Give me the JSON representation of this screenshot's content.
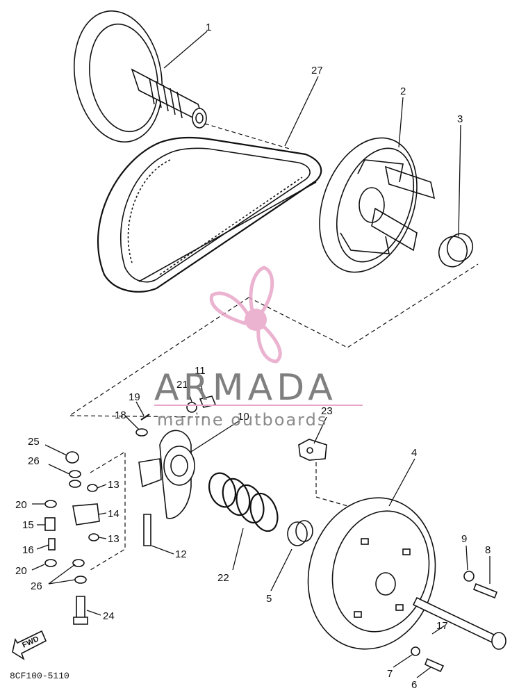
{
  "diagram": {
    "parts": [
      {
        "id": "p1",
        "label": "1"
      },
      {
        "id": "p2",
        "label": "2"
      },
      {
        "id": "p3",
        "label": "3"
      },
      {
        "id": "p4",
        "label": "4"
      },
      {
        "id": "p5",
        "label": "5"
      },
      {
        "id": "p6",
        "label": "6"
      },
      {
        "id": "p7",
        "label": "7"
      },
      {
        "id": "p8",
        "label": "8"
      },
      {
        "id": "p9",
        "label": "9"
      },
      {
        "id": "p10",
        "label": "10"
      },
      {
        "id": "p11",
        "label": "11"
      },
      {
        "id": "p12",
        "label": "12"
      },
      {
        "id": "p13a",
        "label": "13"
      },
      {
        "id": "p13b",
        "label": "13"
      },
      {
        "id": "p14",
        "label": "14"
      },
      {
        "id": "p15",
        "label": "15"
      },
      {
        "id": "p16",
        "label": "16"
      },
      {
        "id": "p17",
        "label": "17"
      },
      {
        "id": "p18",
        "label": "18"
      },
      {
        "id": "p19",
        "label": "19"
      },
      {
        "id": "p20a",
        "label": "20"
      },
      {
        "id": "p20b",
        "label": "20"
      },
      {
        "id": "p21",
        "label": "21"
      },
      {
        "id": "p22",
        "label": "22"
      },
      {
        "id": "p23",
        "label": "23"
      },
      {
        "id": "p24",
        "label": "24"
      },
      {
        "id": "p25",
        "label": "25"
      },
      {
        "id": "p26a",
        "label": "26"
      },
      {
        "id": "p26b",
        "label": "26"
      },
      {
        "id": "p27",
        "label": "27"
      }
    ],
    "fwd_label": "FWD",
    "figure_code": "8CF100-5110"
  },
  "watermark": {
    "title": "ARMADA",
    "subtitle": "marine outboards",
    "logo_color": "#e8a6c8",
    "text_color": "#7f7f7f"
  }
}
